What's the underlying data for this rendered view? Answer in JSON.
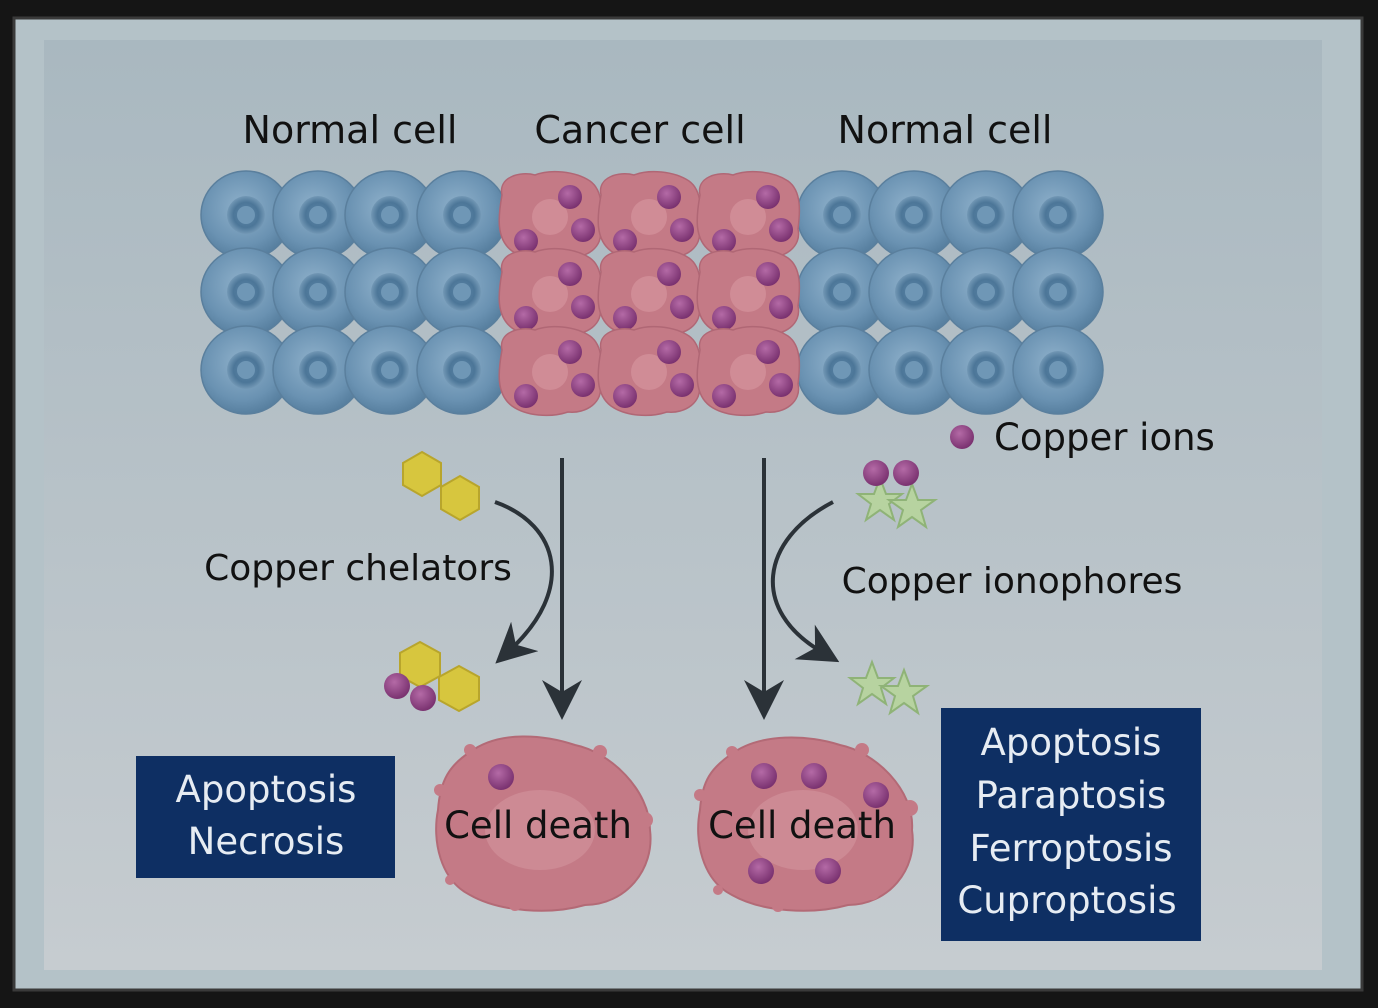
{
  "labels": {
    "normal_left": "Normal cell",
    "cancer": "Cancer cell",
    "normal_right": "Normal cell",
    "copper_ions": "Copper ions",
    "chelators": "Copper chelators",
    "ionophores": "Copper ionophores",
    "cell_death_left": "Cell death",
    "cell_death_right": "Cell death"
  },
  "box_left": {
    "lines": [
      "Apoptosis",
      "Necrosis"
    ]
  },
  "box_right": {
    "lines": [
      "Apoptosis",
      "Paraptosis",
      "Ferroptosis",
      "Cuproptosis"
    ]
  },
  "colors": {
    "background": "#b3c1c9",
    "normal_cell": "#6f95b4",
    "cancer_cell": "#c47a86",
    "copper": "#8a3f7c",
    "chelator": "#d7c63e",
    "ionophore": "#b7d3a0",
    "box": "#0e2f63",
    "arrow": "#2b3238"
  }
}
